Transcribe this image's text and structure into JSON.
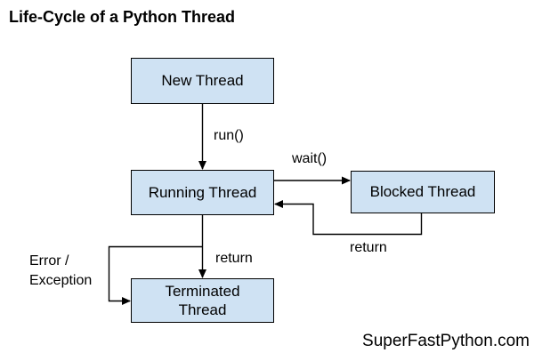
{
  "title": "Life-Cycle of a Python Thread",
  "watermark": "SuperFastPython.com",
  "colors": {
    "background": "#ffffff",
    "node_fill": "#cfe2f3",
    "node_border": "#000000",
    "line_color": "#000000",
    "text_color": "#000000"
  },
  "nodes": [
    {
      "id": "new-thread",
      "label": "New Thread"
    },
    {
      "id": "running-thread",
      "label": "Running Thread"
    },
    {
      "id": "blocked-thread",
      "label": "Blocked Thread"
    },
    {
      "id": "terminated-thread",
      "label": "Terminated Thread"
    }
  ],
  "edges": [
    {
      "from": "new-thread",
      "to": "running-thread",
      "label": "run()"
    },
    {
      "from": "running-thread",
      "to": "blocked-thread",
      "label": "wait()"
    },
    {
      "from": "blocked-thread",
      "to": "running-thread",
      "label": "return"
    },
    {
      "from": "running-thread",
      "to": "terminated-thread",
      "label": "return"
    },
    {
      "from": "running-thread",
      "to": "terminated-thread",
      "label": "Error / Exception",
      "label_line1": "Error /",
      "label_line2": "Exception"
    }
  ]
}
